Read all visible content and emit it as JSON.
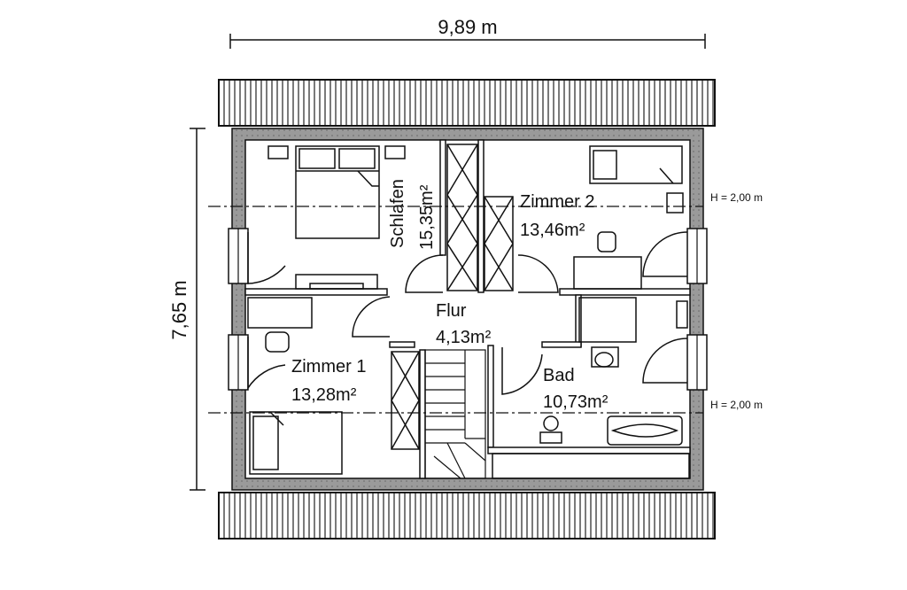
{
  "dimensions": {
    "width_label": "9,89 m",
    "height_label": "7,65 m"
  },
  "height_markers": {
    "upper": "H = 2,00 m",
    "lower": "H = 2,00 m"
  },
  "rooms": {
    "schlafen": {
      "name": "Schlafen",
      "area": "15,35m²"
    },
    "zimmer2": {
      "name": "Zimmer 2",
      "area": "13,46m²"
    },
    "flur": {
      "name": "Flur",
      "area": "4,13m²"
    },
    "zimmer1": {
      "name": "Zimmer 1",
      "area": "13,28m²"
    },
    "bad": {
      "name": "Bad",
      "area": "10,73m²"
    }
  },
  "colors": {
    "wall": "#8a8a8a",
    "line": "#111111",
    "background": "#ffffff"
  }
}
